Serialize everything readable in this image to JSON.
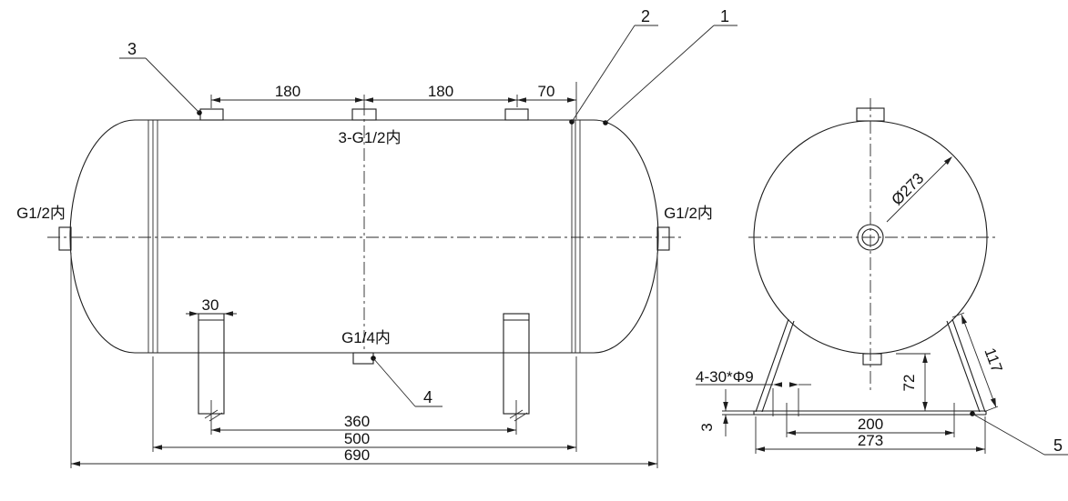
{
  "drawing": {
    "type": "engineering-drawing",
    "subject": "horizontal cylindrical tank, two views",
    "callouts": {
      "c1": "1",
      "c2": "2",
      "c3": "3",
      "c4": "4",
      "c5": "5"
    },
    "side_view": {
      "dims": {
        "port_pitch_1": "180",
        "port_pitch_2": "180",
        "end_offset": "70",
        "leg_width": "30",
        "leg_span": "360",
        "shell_length": "500",
        "overall_length": "690"
      },
      "labels": {
        "top_ports": "3-G1/2内",
        "left_port": "G1/2内",
        "right_port": "G1/2内",
        "bottom_port": "G1/4内"
      }
    },
    "end_view": {
      "dims": {
        "diameter": "Ø273",
        "leg_length": "117",
        "base_height": "72",
        "slot_spec": "4-30*Φ9",
        "plate_thickness": "3",
        "bolt_span": "200",
        "base_width": "273"
      }
    }
  }
}
